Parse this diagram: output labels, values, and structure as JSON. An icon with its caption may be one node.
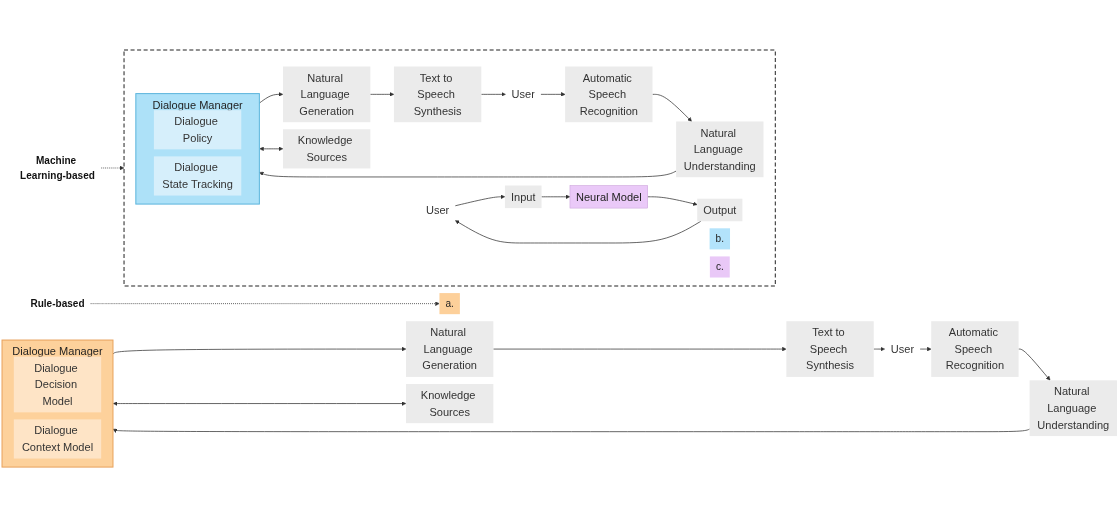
{
  "diagram": {
    "nodes": [
      {
        "text": [
          "Rule-based"
        ]
      },
      {
        "text": [
          "a."
        ]
      },
      {
        "text": [
          "User"
        ]
      },
      {
        "text": [
          "Automatic Speech Recognition"
        ]
      },
      {
        "text": [
          "Text to Speech Synthesis"
        ]
      },
      {
        "text": [
          "Natural Language Understanding"
        ]
      },
      {
        "text": [
          "Natural Language Generation"
        ]
      },
      {
        "text": [
          "Dialogue Manager"
        ]
      },
      {
        "text": [
          "Dialogue Decision Model"
        ],
        "in": 7
      },
      {
        "text": [
          "Dialogue Context Model"
        ],
        "in": 7
      },
      {
        "text": [
          "Knowledge Sources"
        ]
      },
      {
        "text": [
          "Machine Learning-based"
        ]
      },
      {
        "text": [],
        "shape": "box"
      },
      {
        "text": [
          "b."
        ],
        "in": 12
      },
      {
        "text": [
          "User"
        ],
        "in": 12
      },
      {
        "text": [
          "Automatic Speech Recognition"
        ],
        "in": 12
      },
      {
        "text": [
          "Text to Speech Synthesis"
        ],
        "in": 12
      },
      {
        "text": [
          "Natural Language Understanding"
        ],
        "in": 12
      },
      {
        "text": [
          "Natural Language Generation"
        ],
        "in": 12
      },
      {
        "text": [
          "Dialogue Manager"
        ],
        "in": 12
      },
      {
        "text": [
          "Dialogue Policy"
        ],
        "in": 19
      },
      {
        "text": [
          "Dialogue State Tracking"
        ],
        "in": 19
      },
      {
        "text": [
          "Knowledge Sources"
        ],
        "in": 12
      },
      {
        "text": [
          "c."
        ],
        "in": 12
      },
      {
        "text": [
          "User"
        ],
        "in": 12
      },
      {
        "text": [
          "Input"
        ],
        "in": 12
      },
      {
        "text": [
          "Output"
        ],
        "in": 12
      },
      {
        "text": [
          "Neural Model"
        ],
        "in": 12
      }
    ],
    "edges": [
      {
        "from": 0,
        "to": 1,
        "arrow": "to",
        "style": "dashed"
      },
      {
        "from": 2,
        "to": 3,
        "arrow": "to"
      },
      {
        "from": 4,
        "to": 2,
        "arrow": "to"
      },
      {
        "from": 3,
        "to": 5,
        "arrow": "to"
      },
      {
        "from": 5,
        "to": 7,
        "arrow": "to"
      },
      {
        "from": 7,
        "to": 6,
        "arrow": "to"
      },
      {
        "from": 6,
        "to": 4,
        "arrow": "to"
      },
      {
        "from": 7,
        "to": 10,
        "arrow": "both"
      },
      {
        "from": 11,
        "to": 12,
        "arrow": "to",
        "style": "dashed"
      },
      {
        "from": 14,
        "to": 15,
        "arrow": "to"
      },
      {
        "from": 16,
        "to": 14,
        "arrow": "to"
      },
      {
        "from": 15,
        "to": 17,
        "arrow": "to"
      },
      {
        "from": 17,
        "to": 19,
        "arrow": "to"
      },
      {
        "from": 19,
        "to": 18,
        "arrow": "to"
      },
      {
        "from": 18,
        "to": 16,
        "arrow": "to"
      },
      {
        "from": 19,
        "to": 22,
        "arrow": "both"
      },
      {
        "from": 24,
        "to": 25,
        "arrow": "to"
      },
      {
        "from": 26,
        "to": 24,
        "arrow": "to"
      },
      {
        "from": 25,
        "to": 27,
        "arrow": "to"
      },
      {
        "from": 27,
        "to": 26,
        "arrow": "to"
      }
    ]
  }
}
